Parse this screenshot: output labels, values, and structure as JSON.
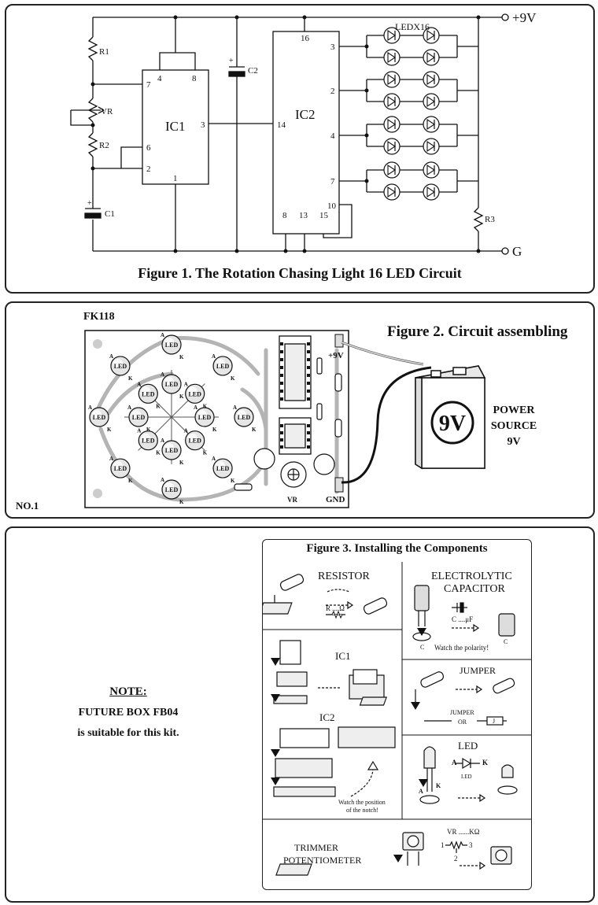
{
  "figure1": {
    "caption": "Figure 1. The Rotation Chasing Light 16 LED Circuit",
    "supply_label": "+9V",
    "ground_label": "G",
    "led_array_label": "LEDX16",
    "components": {
      "r1": "R1",
      "vr": "VR",
      "r2": "R2",
      "c1": "C1",
      "c2": "C2",
      "r3": "R3",
      "ic1": "IC1",
      "ic2": "IC2"
    },
    "ic1_pins": {
      "p4": "4",
      "p8": "8",
      "p7": "7",
      "p6": "6",
      "p2": "2",
      "p1": "1",
      "p3": "3"
    },
    "ic2_pins": {
      "p16": "16",
      "p14": "14",
      "p3": "3",
      "p2": "2",
      "p4": "4",
      "p7": "7",
      "p10": "10",
      "p8": "8",
      "p13": "13",
      "p15": "15"
    },
    "plus": "+"
  },
  "figure2": {
    "caption": "Figure 2. Circuit assembling",
    "board_id": "FK118",
    "board_no": "NO.1",
    "led_label": "LED",
    "anode": "A",
    "cathode": "K",
    "vcc_label": "+9V",
    "gnd_label": "GND",
    "vr_label": "VR",
    "battery_label": "9V",
    "power_source": [
      "POWER",
      "SOURCE",
      "9V"
    ]
  },
  "note": {
    "heading": "NOTE:",
    "line1": "FUTURE BOX FB04",
    "line2": "is suitable for this kit."
  },
  "figure3": {
    "caption": "Figure 3. Installing the Components",
    "resistor": {
      "title": "RESISTOR",
      "symbol_label": "R ....Ω"
    },
    "capacitor": {
      "title1": "ELECTROLYTIC",
      "title2": "CAPACITOR",
      "value_label": "C ....μF",
      "note": "Watch the polarity!",
      "c_label": "C"
    },
    "ic": {
      "ic1": "IC1",
      "ic2": "IC2",
      "notch_note1": "Watch the position",
      "notch_note2": "of the notch!"
    },
    "jumper": {
      "title": "JUMPER",
      "label": "JUMPER",
      "or": "OR",
      "j": "J"
    },
    "led": {
      "title": "LED",
      "a": "A",
      "k": "K",
      "sym_label": "LED"
    },
    "trimmer": {
      "title1": "TRIMMER",
      "title2": "POTENTIOMETER",
      "value_label": "VR ......KΩ",
      "pin1": "1",
      "pin2": "2",
      "pin3": "3",
      "vr": "VR"
    }
  }
}
